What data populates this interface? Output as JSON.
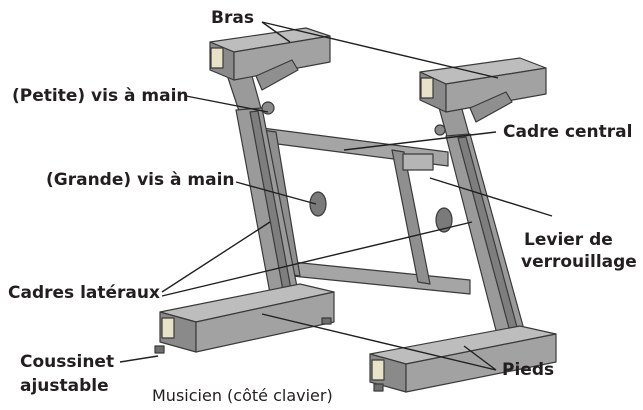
{
  "labels": {
    "bras": "Bras",
    "petite_vis": "(Petite) vis à main",
    "cadre_central": "Cadre central",
    "grande_vis": "(Grande) vis à main",
    "levier_line1": "Levier de",
    "levier_line2": "verrouillage",
    "cadres_lateraux": "Cadres latéraux",
    "coussinet_line1": "Coussinet",
    "coussinet_line2": "ajustable",
    "pieds": "Pieds"
  },
  "caption": "Musicien (côté clavier)",
  "colors": {
    "frame_fill": "#9a9a9a",
    "frame_light": "#bdbdbd",
    "frame_dark": "#6f6f6f",
    "outline": "#3a3a3a",
    "cap_fill": "#e8e2c8",
    "leader": "#231f20",
    "text": "#231f20"
  }
}
